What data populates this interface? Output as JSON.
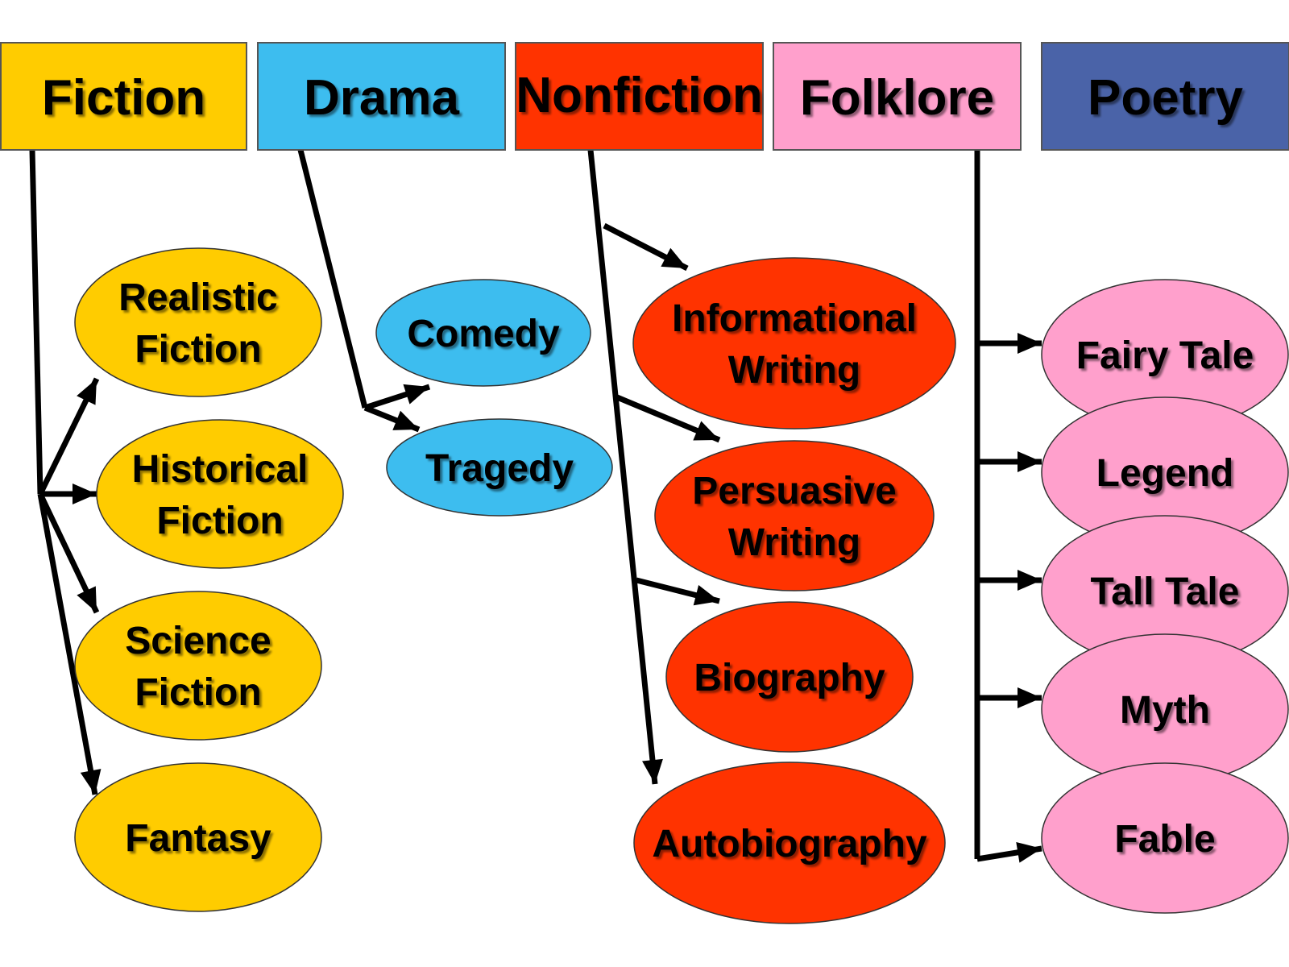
{
  "colors": {
    "fiction": "#FFCC00",
    "drama": "#3DBDEF",
    "nonfiction": "#FF3300",
    "folklore": "#FFA0CC",
    "poetry": "#4A63A8",
    "arrow": "#000000",
    "text": "#000000",
    "poetry_text": "#000000"
  },
  "categories": [
    {
      "id": "fiction",
      "label": "Fiction",
      "color_key": "fiction",
      "children": [
        {
          "id": "realistic-fiction",
          "lines": [
            "Realistic",
            "Fiction"
          ]
        },
        {
          "id": "historical-fiction",
          "lines": [
            "Historical",
            "Fiction"
          ]
        },
        {
          "id": "science-fiction",
          "lines": [
            "Science",
            "Fiction"
          ]
        },
        {
          "id": "fantasy",
          "lines": [
            "Fantasy"
          ]
        }
      ]
    },
    {
      "id": "drama",
      "label": "Drama",
      "color_key": "drama",
      "children": [
        {
          "id": "comedy",
          "lines": [
            "Comedy"
          ]
        },
        {
          "id": "tragedy",
          "lines": [
            "Tragedy"
          ]
        }
      ]
    },
    {
      "id": "nonfiction",
      "label": "Nonfiction",
      "color_key": "nonfiction",
      "children": [
        {
          "id": "informational-writing",
          "lines": [
            "Informational",
            "Writing"
          ]
        },
        {
          "id": "persuasive-writing",
          "lines": [
            "Persuasive",
            "Writing"
          ]
        },
        {
          "id": "biography",
          "lines": [
            "Biography"
          ]
        },
        {
          "id": "autobiography",
          "lines": [
            "Autobiography"
          ]
        }
      ]
    },
    {
      "id": "folklore",
      "label": "Folklore",
      "color_key": "folklore",
      "children": [
        {
          "id": "fairy-tale",
          "lines": [
            "Fairy Tale"
          ]
        },
        {
          "id": "legend",
          "lines": [
            "Legend"
          ]
        },
        {
          "id": "tall-tale",
          "lines": [
            "Tall Tale"
          ]
        },
        {
          "id": "myth",
          "lines": [
            "Myth"
          ]
        },
        {
          "id": "fable",
          "lines": [
            "Fable"
          ]
        }
      ]
    },
    {
      "id": "poetry",
      "label": "Poetry",
      "color_key": "poetry",
      "children": []
    }
  ]
}
